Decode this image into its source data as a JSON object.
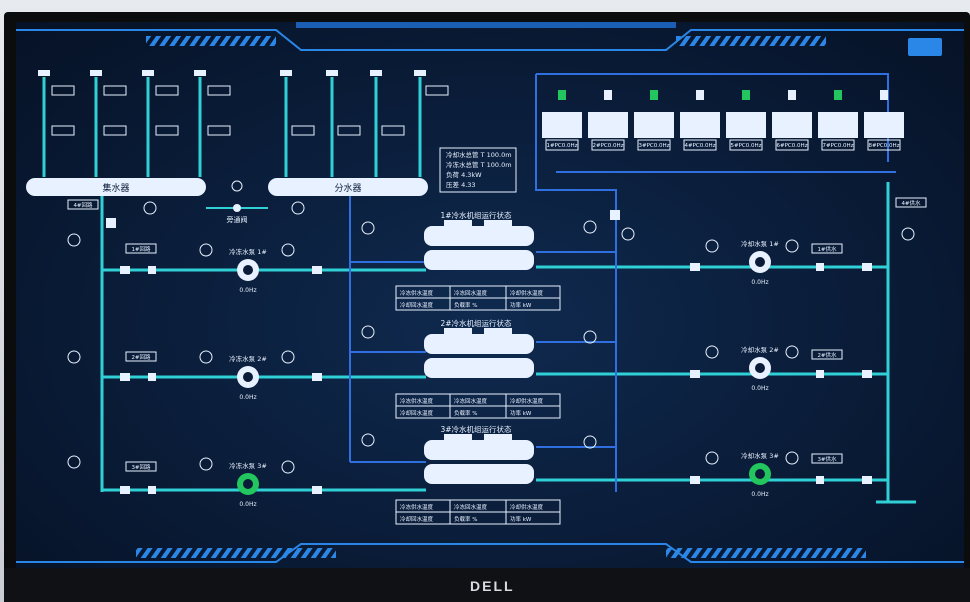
{
  "monitor": {
    "brand": "DELL"
  },
  "colors": {
    "pipe": "#2fd0d6",
    "pipe_blue": "#2f6fe0",
    "frame": "#2a87e8",
    "bg": "#0a1c38",
    "text": "#e8f1ff",
    "accent_green": "#22c55e"
  },
  "header": {
    "top_right_button": ""
  },
  "headers": {
    "left_manifold": "集水器",
    "right_manifold": "分水器",
    "left_bottom_valve": "旁通阀"
  },
  "info_box": {
    "lines": [
      "冷却水总管 T 100.0m",
      "冷冻水总管 T 100.0m",
      "负荷 4.3kW",
      "压差 4.33"
    ]
  },
  "chillers": [
    {
      "title": "1#冷水机组运行状态",
      "params": [
        "冷冻供水温度",
        "冷冻回水温度",
        "冷却供水温度",
        "冷却回水温度",
        "负载率 %",
        "功率 kW"
      ]
    },
    {
      "title": "2#冷水机组运行状态",
      "params": [
        "冷冻供水温度",
        "冷冻回水温度",
        "冷却供水温度",
        "冷却回水温度",
        "负载率 %",
        "功率 kW"
      ]
    },
    {
      "title": "3#冷水机组运行状态",
      "params": [
        "冷冻供水温度",
        "冷冻回水温度",
        "冷却供水温度",
        "冷却回水温度",
        "负载率 %",
        "功率 kW"
      ]
    }
  ],
  "pumps_left": [
    {
      "label": "冷冻水泵 1#",
      "tag": "0.0Hz"
    },
    {
      "label": "冷冻水泵 2#",
      "tag": "0.0Hz"
    },
    {
      "label": "冷冻水泵 3#",
      "tag": "0.0Hz"
    }
  ],
  "pumps_right": [
    {
      "label": "冷却水泵 1#",
      "tag": "0.0Hz"
    },
    {
      "label": "冷却水泵 2#",
      "tag": "0.0Hz"
    },
    {
      "label": "冷却水泵 3#",
      "tag": "0.0Hz"
    }
  ],
  "towers": [
    {
      "label": "1#PC0.0Hz"
    },
    {
      "label": "2#PC0.0Hz"
    },
    {
      "label": "3#PC0.0Hz"
    },
    {
      "label": "4#PC0.0Hz"
    },
    {
      "label": "5#PC0.0Hz"
    },
    {
      "label": "6#PC0.0Hz"
    },
    {
      "label": "7#PC0.0Hz"
    },
    {
      "label": "8#PC0.0Hz"
    }
  ],
  "branch_labels_left": [
    "1#回路",
    "2#回路",
    "3#回路",
    "4#回路"
  ],
  "branch_labels_right": [
    "1#供水",
    "2#供水",
    "3#供水",
    "4#供水"
  ]
}
